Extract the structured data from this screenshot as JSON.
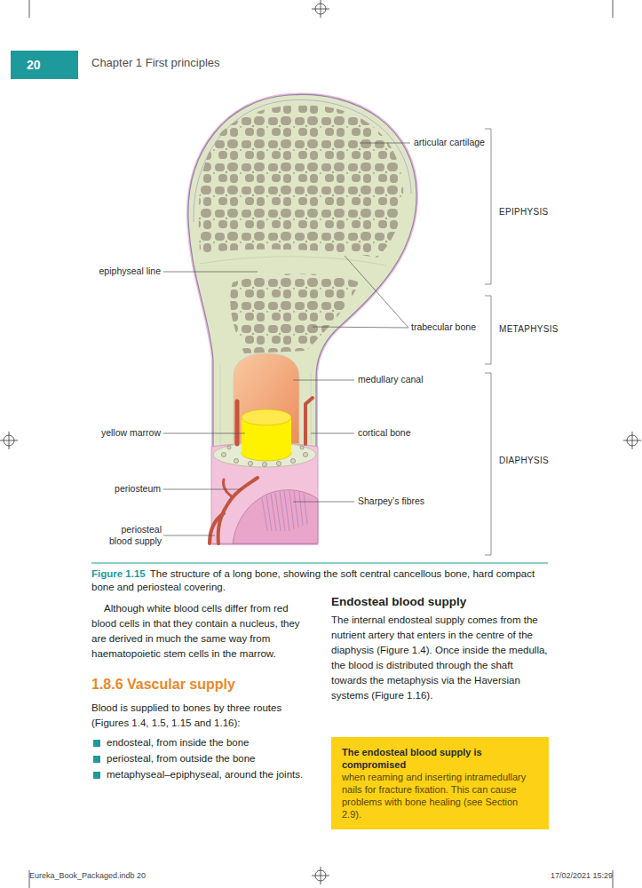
{
  "diagram": {
    "caption": "The structure of a long bone, showing the soft central cancellous bone, hard compact bone and periosteal covering.",
    "nodes": [
      {
        "text": [
          "20"
        ]
      },
      {
        "text": [
          "The endosteal blood supply is compromised",
          "when reaming and inserting intramedullary nails for fracture fixation. This can cause problems with bone healing (see Section 2.9)."
        ]
      }
    ],
    "labels": [
      "Chapter 1 First principles",
      "articular cartilage",
      "EPIPHYSIS",
      "epiphyseal line",
      "trabecular bone",
      "METAPHYSIS",
      "medullary canal",
      "yellow marrow",
      "cortical bone",
      "DIAPHYSIS",
      "periosteum",
      "Sharpey’s fibres",
      "periosteal blood supply",
      "Figure 1.15",
      "Although white blood cells differ from red blood cells in that they contain a nucleus, they are derived in much the same way from haematopoietic stem cells in the marrow.",
      "1.8.6 Vascular supply",
      "Blood is supplied to bones by three routes (Figures 1.4, 1.5, 1.15 and 1.16):",
      "endosteal, from inside the bone",
      "periosteal, from outside the bone",
      "metaphyseal–epiphyseal, around the joints.",
      "Endosteal blood supply",
      "The internal endosteal supply comes from the nutrient artery that enters in the centre of the diaphysis (Figure 1.4). Once inside the medulla, the blood is distributed through the shaft towards the metaphysis via the Haversian systems (Figure 1.16).",
      "Eureka_Book_Packaged.indb 20",
      "17/02/2021 15:29"
    ]
  }
}
